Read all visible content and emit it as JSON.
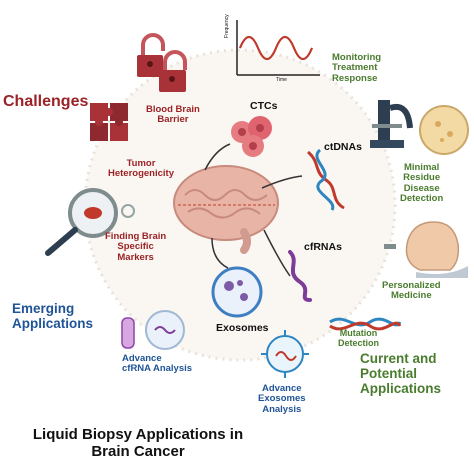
{
  "colors": {
    "challenge": "#9b2226",
    "current": "#4a7c2e",
    "emerging": "#1f5496",
    "text": "#111111",
    "wave": "#c0392b",
    "brain": "#e8b4a6",
    "ctc": "#e67b82",
    "dna_a": "#c0392b",
    "dna_b": "#2e86c1",
    "rna": "#7d3c98",
    "exosome": "#3f7fc1"
  },
  "title": {
    "line1": "Liquid Biopsy Applications in",
    "line2": "Brain Cancer"
  },
  "sections": {
    "challenges": "Challenges",
    "emerging": [
      "Emerging",
      "Applications"
    ],
    "current": [
      "Current and",
      "Potential",
      "Applications"
    ]
  },
  "challenges": {
    "bbb": [
      "Blood Brain",
      "Barrier"
    ],
    "tumor": [
      "Tumor",
      "Heterogenicity"
    ],
    "markers": [
      "Finding Brain",
      "Specific",
      "Markers"
    ]
  },
  "current_apps": {
    "monitoring": [
      "Monitoring",
      "Treatment",
      "Response"
    ],
    "mrd": [
      "Minimal",
      "Residue",
      "Disease",
      "Detection"
    ],
    "personalized": [
      "Personalized",
      "Medicine"
    ],
    "mutation": [
      "Mutation",
      "Detection"
    ]
  },
  "emerging_apps": {
    "cfrna": [
      "Advance",
      "cfRNA Analysis"
    ],
    "exosomes": [
      "Advance",
      "Exosomes",
      "Analysis"
    ]
  },
  "biomarkers": {
    "ctcs": "CTCs",
    "ctdnas": "ctDNAs",
    "cfrnas": "cfRNAs",
    "exosomes": "Exosomes"
  },
  "graph": {
    "ylabel": "Frequency",
    "xlabel": "Time"
  },
  "icons": [
    "lock-icon",
    "puzzle-icon",
    "magnifier-icon",
    "brain-icon",
    "cell-cluster-icon",
    "dna-icon",
    "rna-icon",
    "exosome-icon",
    "microscope-icon",
    "person-icon",
    "test-tube-icon",
    "waveform-graph-icon"
  ]
}
